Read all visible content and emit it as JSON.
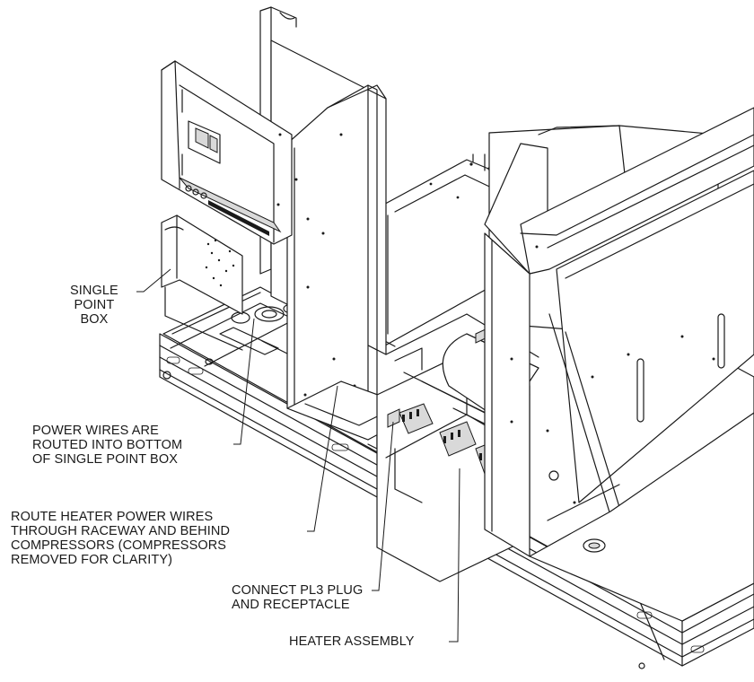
{
  "callouts": {
    "single_point_box": [
      "SINGLE",
      "POINT",
      "BOX"
    ],
    "power_wires": [
      "POWER WIRES ARE",
      "ROUTED INTO BOTTOM",
      "OF SINGLE POINT BOX"
    ],
    "route_heater": [
      "ROUTE HEATER POWER WIRES",
      "THROUGH RACEWAY AND BEHIND",
      "COMPRESSORS (COMPRESSORS",
      "REMOVED FOR CLARITY)"
    ],
    "connect_pl3": [
      "CONNECT PL3 PLUG",
      "AND RECEPTACLE"
    ],
    "heater_assembly": [
      "HEATER ASSEMBLY"
    ]
  }
}
